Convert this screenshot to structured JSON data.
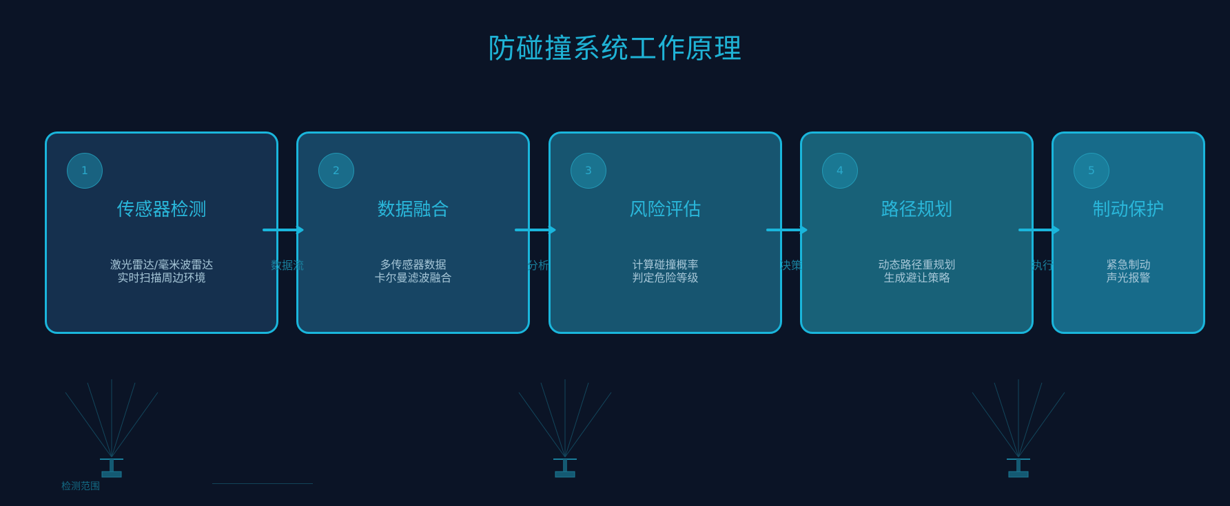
{
  "title": "防碰撞系统工作原理",
  "steps": [
    {
      "number": "1",
      "title": "传感器检测",
      "lines": [
        "激光雷达/毫米波雷达",
        "实时扫描周边环境"
      ]
    },
    {
      "number": "2",
      "title": "数据融合",
      "lines": [
        "多传感器数据",
        "卡尔曼滤波融合"
      ]
    },
    {
      "number": "3",
      "title": "风险评估",
      "lines": [
        "计算碰撞概率",
        "判定危险等级"
      ]
    },
    {
      "number": "4",
      "title": "路径规划",
      "lines": [
        "动态路径重规划",
        "生成避让策略"
      ]
    },
    {
      "number": "5",
      "title": "制动保护",
      "lines": [
        "紧急制动",
        "声光报警"
      ]
    }
  ],
  "arrows": [
    {
      "label": "数据流"
    },
    {
      "label": "分析"
    },
    {
      "label": "决策"
    },
    {
      "label": "执行"
    }
  ],
  "legend": {
    "range_label": "检测范围"
  },
  "colors": {
    "background": "#0b1426",
    "accent": "#1ab6dc",
    "card_fills": [
      "#15304e",
      "#174564",
      "#175570",
      "#186178",
      "#176b8a"
    ]
  }
}
